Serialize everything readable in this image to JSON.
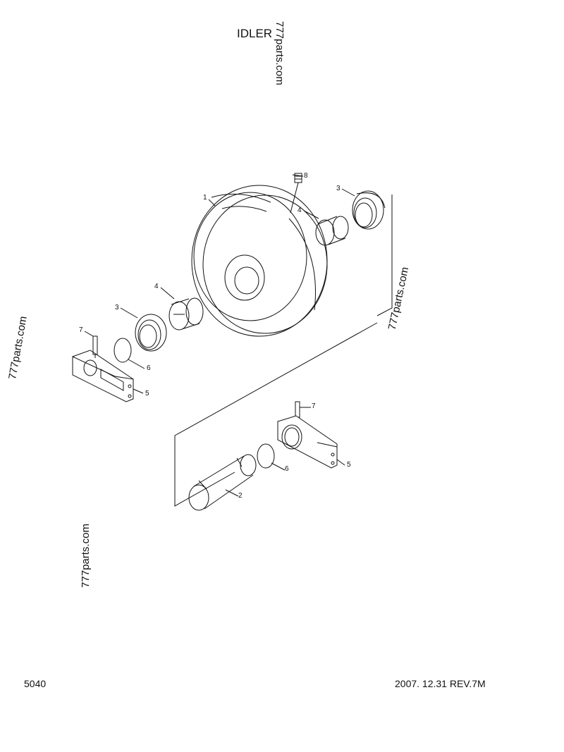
{
  "title": "IDLER",
  "watermarks": [
    "777parts.com",
    "777parts.com",
    "777parts.com",
    "777parts.com"
  ],
  "footer": {
    "page_code": "5040",
    "revision": "2007. 12.31  REV.7M"
  },
  "callouts": {
    "c1": "1",
    "c2": "2",
    "c3a": "3",
    "c3b": "3",
    "c4a": "4",
    "c4b": "4",
    "c5a": "5",
    "c5b": "5",
    "c6a": "6",
    "c6b": "6",
    "c7a": "7",
    "c7b": "7",
    "c8": "8"
  }
}
